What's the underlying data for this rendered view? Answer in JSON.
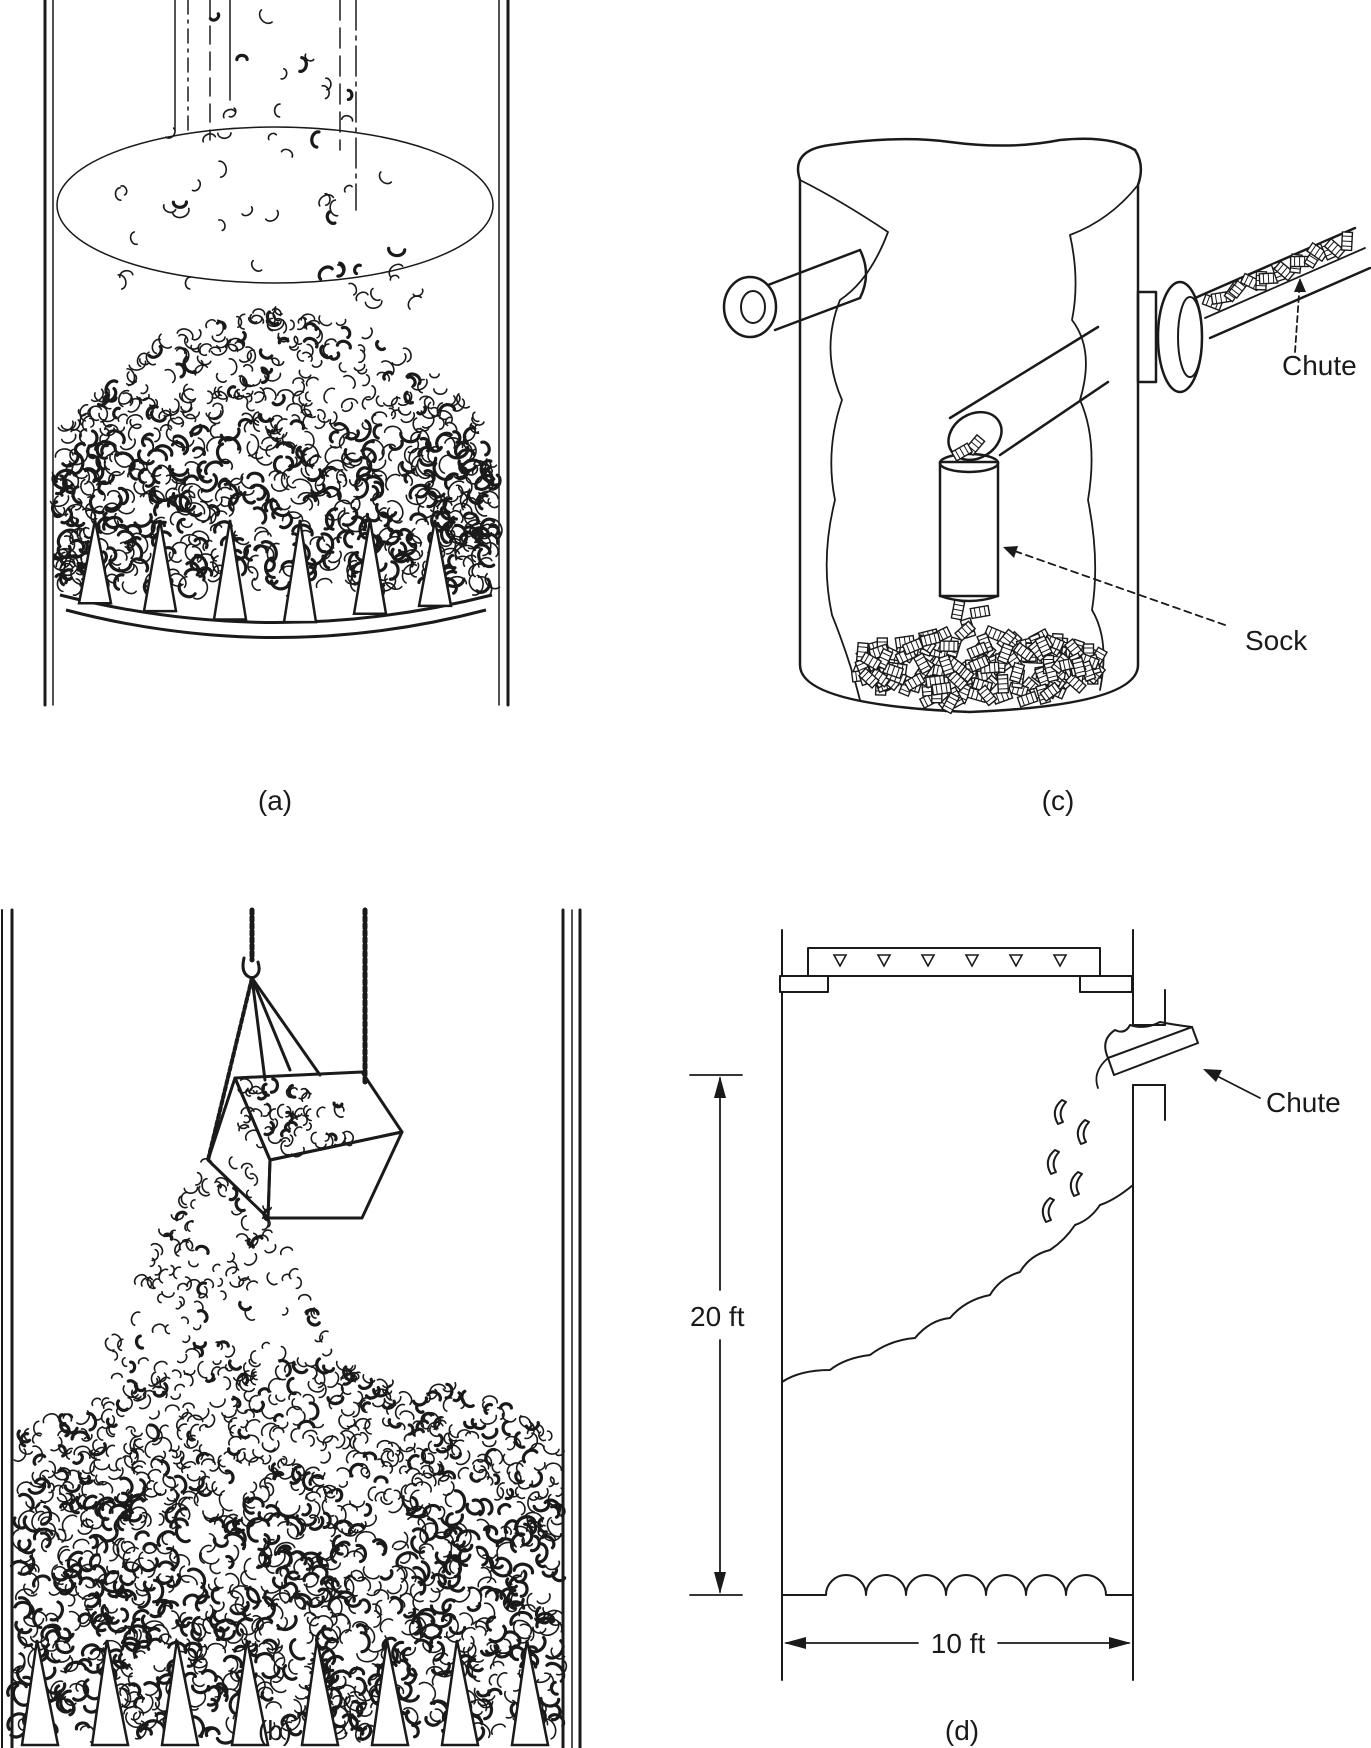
{
  "panels": {
    "a": {
      "caption": "(a)"
    },
    "b": {
      "caption": "(b)"
    },
    "c": {
      "caption": "(c)",
      "label_chute": "Chute",
      "label_sock": "Sock"
    },
    "d": {
      "caption": "(d)",
      "label_chute": "Chute",
      "dim_height": "20 ft",
      "dim_width": "10 ft"
    }
  },
  "colors": {
    "ink": "#1a1a1a",
    "background": "#ffffff"
  }
}
